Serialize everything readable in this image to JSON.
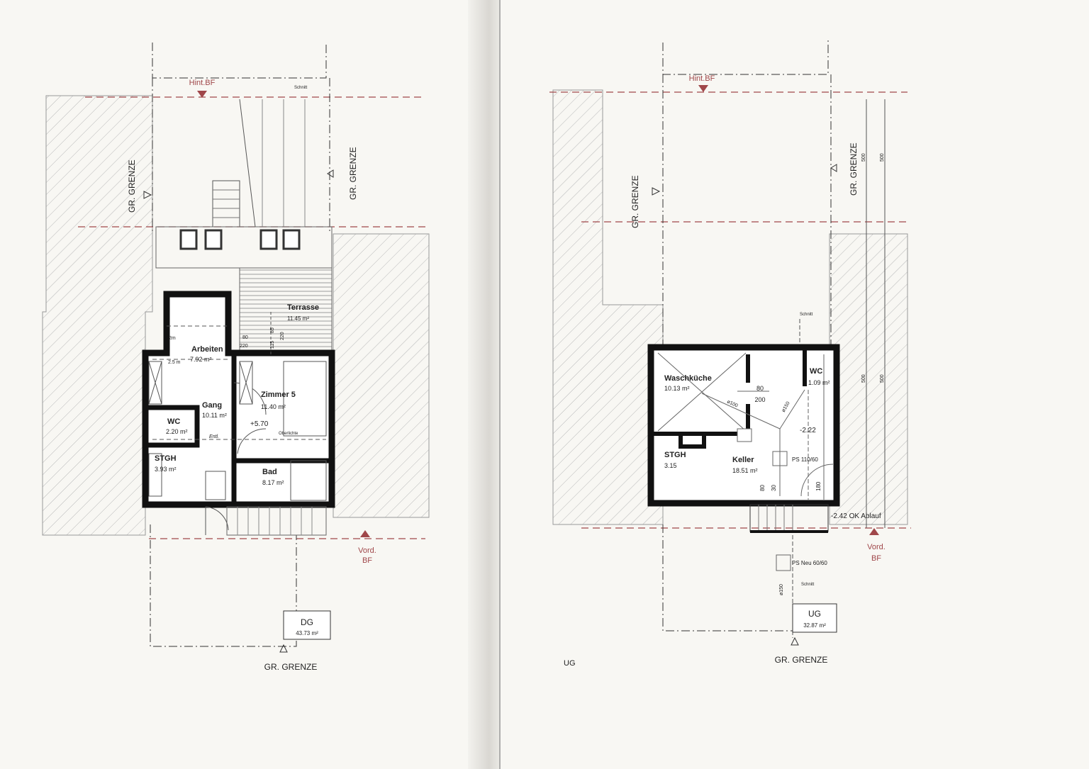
{
  "left_plan": {
    "label": "DG",
    "area": "43.73 m²",
    "boundary_bottom": "GR. GRENZE",
    "boundary_left": "GR. GRENZE",
    "boundary_right": "GR. GRENZE",
    "rear_line": "Hint.BF",
    "front_line_1": "Vord.",
    "front_line_2": "BF",
    "section": "Schnitt",
    "rooms": [
      {
        "name": "Terrasse",
        "area": "11.45 m²"
      },
      {
        "name": "Arbeiten",
        "area": "7.92 m²"
      },
      {
        "name": "Gang",
        "area": "10.11 m²"
      },
      {
        "name": "Zimmer 5",
        "area": "11.40 m²"
      },
      {
        "name": "WC",
        "area": "2.20 m²"
      },
      {
        "name": "STGH",
        "area": "3.93 m²"
      },
      {
        "name": "Bad",
        "area": "8.17 m²"
      }
    ],
    "level": "+5.70",
    "dims": [
      "80",
      "220",
      "85",
      "115",
      "220",
      "2m",
      "2.5 m",
      "Entl.",
      "Oberlichte"
    ]
  },
  "right_plan": {
    "label": "UG",
    "area": "32.87 m²",
    "page_label": "UG",
    "boundary_bottom": "GR. GRENZE",
    "boundary_left": "GR. GRENZE",
    "boundary_right": "GR. GRENZE",
    "rear_line": "Hint.BF",
    "front_line_1": "Vord.",
    "front_line_2": "BF",
    "section": "Schnitt",
    "rooms": [
      {
        "name": "Waschküche",
        "area": "10.13 m²"
      },
      {
        "name": "WC",
        "area": "1.09 m²"
      },
      {
        "name": "Keller",
        "area": "18.51 m²"
      },
      {
        "name": "STGH",
        "area": "3.15"
      }
    ],
    "door_top": "80",
    "door_bottom": "200",
    "pipe_1": "ø100",
    "pipe_2": "ø150",
    "pipe_3": "ø150",
    "level": "-2.22",
    "ps_1": "PS 110/60",
    "ps_2": "PS Neu 60/60",
    "drain": "-2.42 OK Ablauf",
    "dims": [
      "80",
      "30",
      "180",
      "500",
      "500",
      "500",
      "500"
    ]
  },
  "colors": {
    "paper": "#f8f7f3",
    "ink": "#1a1a1a",
    "red_line": "#a0474a",
    "hatch": "#b8b8b8"
  }
}
